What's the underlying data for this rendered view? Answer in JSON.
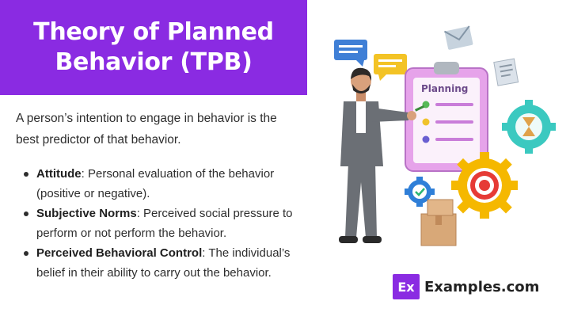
{
  "title": {
    "line1": "Theory of Planned",
    "line2": "Behavior (TPB)"
  },
  "intro": "A person’s intention to engage in behavior is the best predictor of that behavior.",
  "bullets": [
    {
      "term": "Attitude",
      "text": ": Personal evaluation of the behavior (positive or negative)."
    },
    {
      "term": "Subjective Norms",
      "text": ": Perceived social pressure to perform or not perform the behavior."
    },
    {
      "term": "Perceived Behavioral Control",
      "text": ": The individual’s belief in their ability to carry out the behavior."
    }
  ],
  "illustration": {
    "clipboard_heading": "Planning"
  },
  "brand": {
    "logo": "Ex",
    "name": "Examples.com"
  },
  "colors": {
    "accent": "#8a2be2",
    "clipboard": "#e9a6ea",
    "gear_yellow": "#f5b800",
    "gear_teal": "#3bc9c0",
    "gear_blue": "#2f7fd8"
  }
}
